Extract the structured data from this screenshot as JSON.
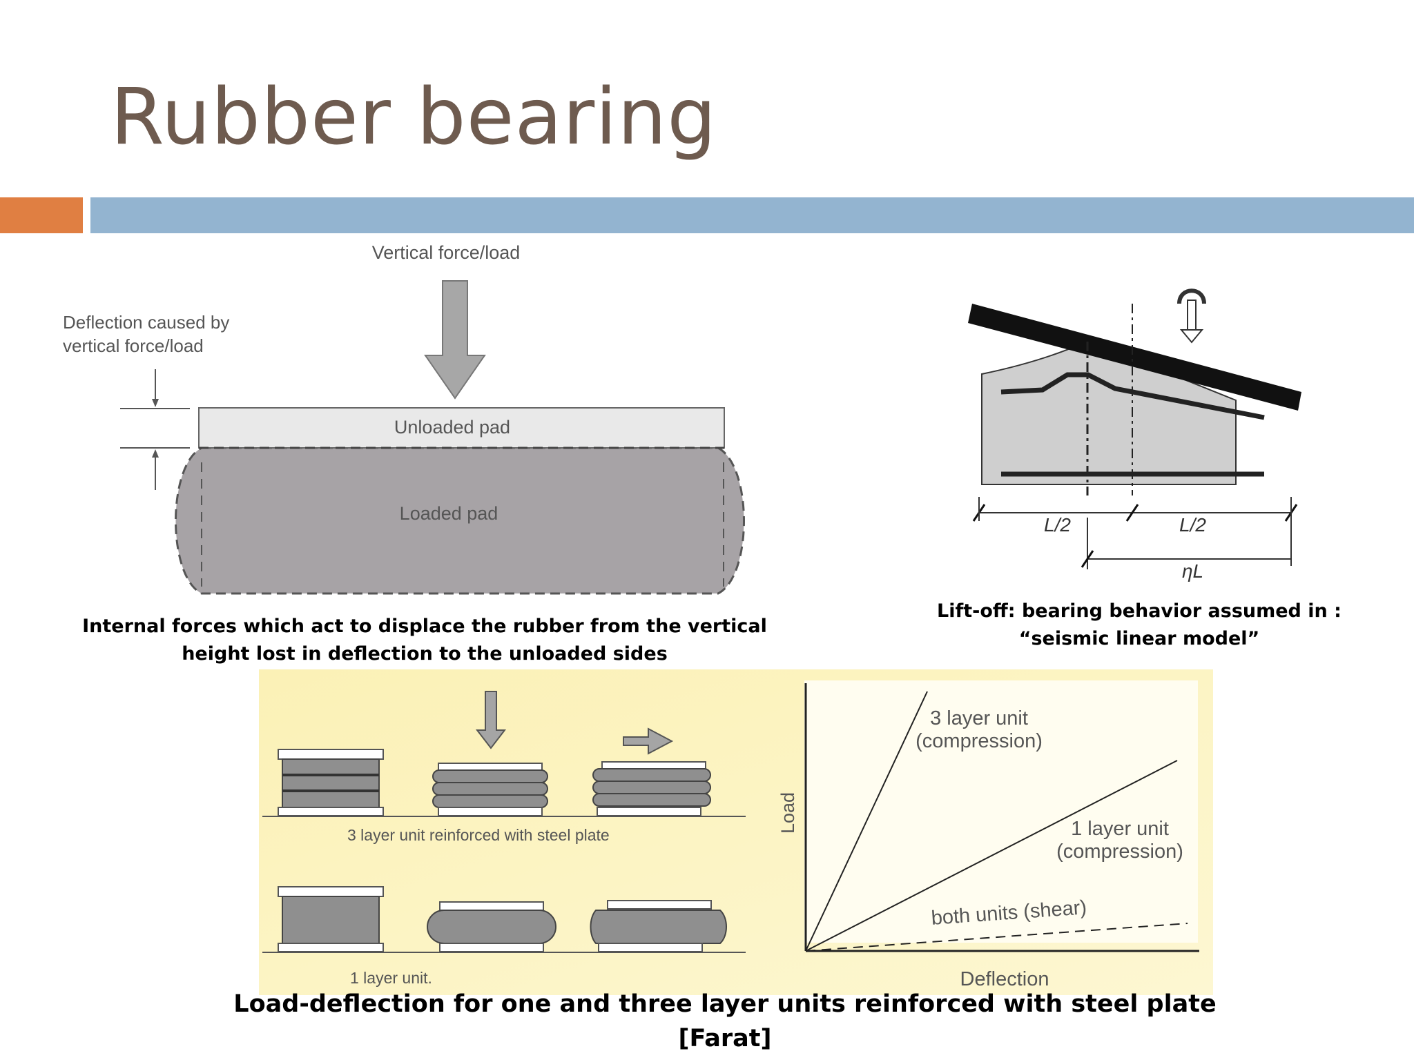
{
  "slide": {
    "title": "Rubber bearing",
    "colors": {
      "accent_orange": "#e07f42",
      "accent_blue": "#93b4d0",
      "title_color": "#6e5b4f"
    }
  },
  "figure_pad": {
    "vertical_force_label": "Vertical force/load",
    "deflection_label_line1": "Deflection caused by",
    "deflection_label_line2": "vertical force/load",
    "unloaded_pad_label": "Unloaded pad",
    "loaded_pad_label": "Loaded pad",
    "caption": "Internal forces which act to displace the rubber from the vertical height lost in deflection to the unloaded sides"
  },
  "figure_liftoff": {
    "dim_left": "L/2",
    "dim_right": "L/2",
    "dim_eta": "ηL",
    "caption": "Lift-off: bearing behavior assumed in : “seismic linear model”"
  },
  "figure_layers": {
    "three_layer_label": "3 layer unit reinforced with steel plate",
    "one_layer_label": "1 layer unit.",
    "y_axis_label": "Load",
    "x_axis_label": "Deflection",
    "line_3layer_line1": "3 layer unit",
    "line_3layer_line2": "(compression)",
    "line_1layer_line1": "1 layer unit",
    "line_1layer_line2": "(compression)",
    "line_shear": "both units (shear)",
    "caption": "Load-deflection for one and three layer units reinforced with steel plate [Farat]"
  }
}
